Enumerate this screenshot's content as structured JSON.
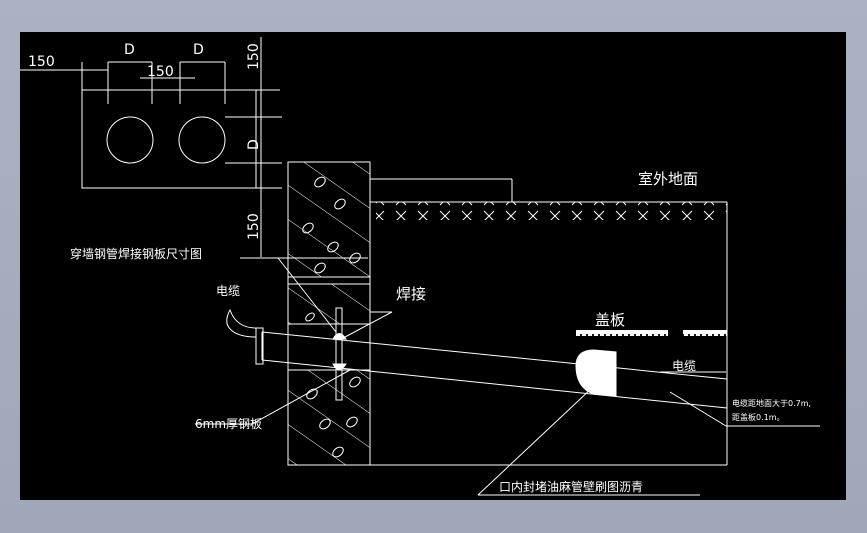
{
  "drawing": {
    "dim_150_left": "150",
    "dim_D_1": "D",
    "dim_D_2": "D",
    "dim_150_mid": "150",
    "dim_150_top_right": "150",
    "dim_D_vertical": "D",
    "dim_150_bottom_right": "150",
    "label_outdoor_ground": "室外地面",
    "label_plate_drawing": "穿墙钢管焊接钢板尺寸图",
    "label_cable_left": "电缆",
    "label_welding": "焊接",
    "label_cover_plate": "盖板",
    "label_cable_right": "电缆",
    "note_line1": "电缆距地面大于0.7m,",
    "note_line2": "距盖板0.1m。",
    "label_steel_plate": "6mm厚钢板",
    "label_seal": "口内封堵油麻管壁刷图沥青"
  },
  "colors": {
    "background": "#000000",
    "line": "#ffffff",
    "frame": "#a7b0bf"
  }
}
